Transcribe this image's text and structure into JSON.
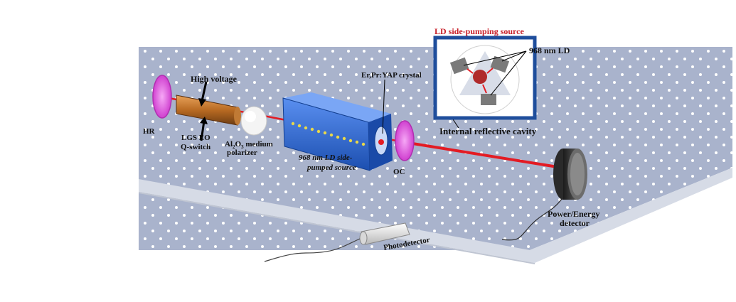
{
  "labels": {
    "high_voltage": "High voltage",
    "hr": "HR",
    "lgs_line1": "LGS EO",
    "lgs_line2": "Q-switch",
    "al2o3_line1_pre": "Al",
    "al2o3_sub2": "2",
    "al2o3_line1_mid": "O",
    "al2o3_sub3": "3",
    "al2o3_line1_post": " medium",
    "al2o3_line2": "polarizer",
    "crystal": "Er,Pr:YAP crystal",
    "source_line1": "968 nm LD side-",
    "source_line2": "pumped source",
    "oc": "OC",
    "inset_title": "LD side-pumping source",
    "ld_968": "968 nm LD",
    "cavity": "Internal reflective cavity",
    "detector_line1": "Power/Energy",
    "detector_line2": "detector",
    "photodetector": "Photodetector"
  },
  "colors": {
    "table": "#a9b3cc",
    "laser": "#e31b23",
    "inset_frame": "#1f4e9c",
    "inset_title": "#c8202a",
    "source_block": "#2f6fd6",
    "mirror": "#e05ce0"
  }
}
